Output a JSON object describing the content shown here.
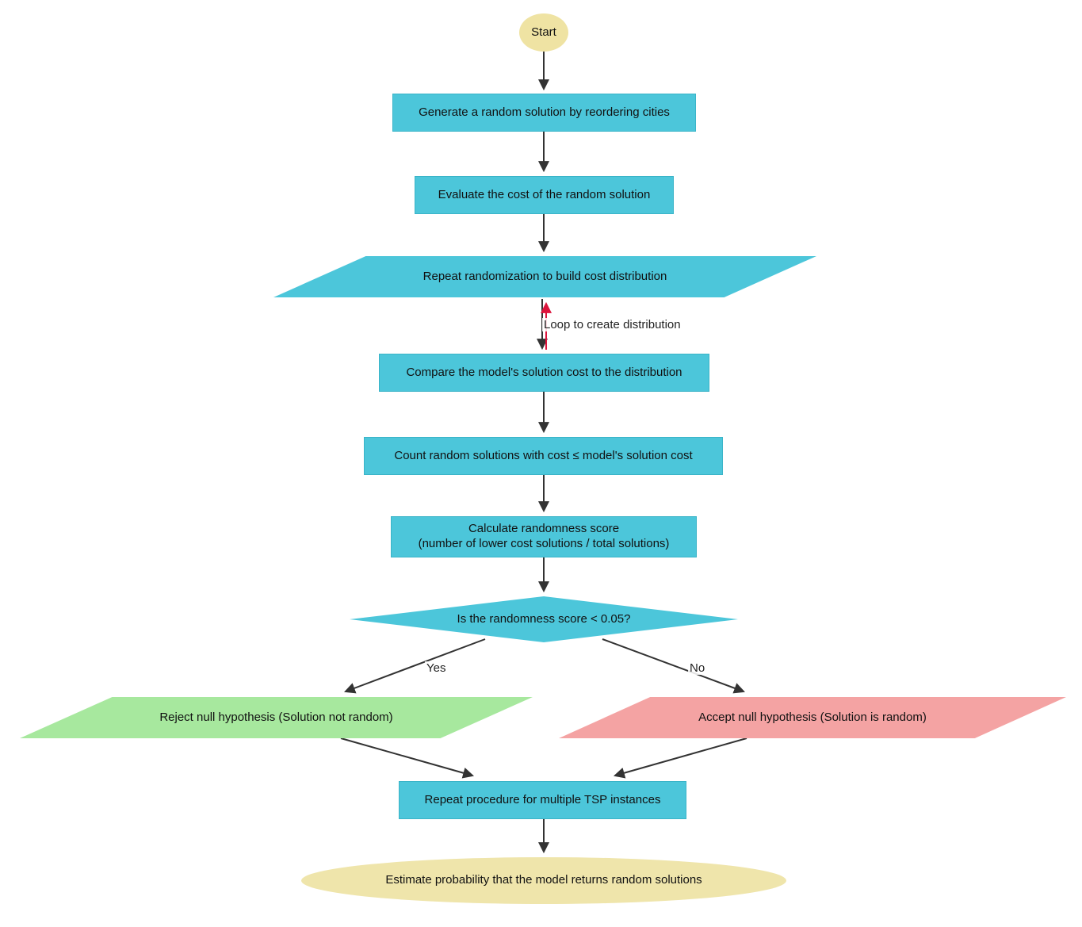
{
  "diagram": {
    "type": "flowchart",
    "direction": "top-down",
    "topic": "Statistical test whether a model's TSP solution is random"
  },
  "colors": {
    "process": "#4cc6da",
    "terminal": "#efe3a3",
    "terminal-end": "#efe5ab",
    "reject": "#a7e89e",
    "accept": "#f4a3a3",
    "edge": "#333333",
    "loop": "#dc143c"
  },
  "nodes": {
    "start": "Start",
    "generate": "Generate a random solution by reordering cities",
    "evaluate": "Evaluate the cost of the random solution",
    "repeat_random": "Repeat randomization to build cost distribution",
    "compare": "Compare the model's solution cost to the distribution",
    "count": "Count random solutions with cost ≤ model's solution cost",
    "score": "Calculate randomness score\n(number of lower cost solutions / total solutions)",
    "decision": "Is the randomness score < 0.05?",
    "reject": "Reject null hypothesis (Solution not random)",
    "accept": "Accept null hypothesis (Solution is random)",
    "repeat_tsp": "Repeat procedure for multiple TSP instances",
    "estimate": "Estimate probability that the model returns random solutions"
  },
  "edge_labels": {
    "loop": "Loop to create distribution",
    "yes": "Yes",
    "no": "No"
  },
  "edges": [
    {
      "from": "start",
      "to": "generate"
    },
    {
      "from": "generate",
      "to": "evaluate"
    },
    {
      "from": "evaluate",
      "to": "repeat_random"
    },
    {
      "from": "repeat_random",
      "to": "compare",
      "label": "Loop to create distribution",
      "style": "loop-bidirectional"
    },
    {
      "from": "compare",
      "to": "count"
    },
    {
      "from": "count",
      "to": "score"
    },
    {
      "from": "score",
      "to": "decision"
    },
    {
      "from": "decision",
      "to": "reject",
      "label": "Yes"
    },
    {
      "from": "decision",
      "to": "accept",
      "label": "No"
    },
    {
      "from": "reject",
      "to": "repeat_tsp"
    },
    {
      "from": "accept",
      "to": "repeat_tsp"
    },
    {
      "from": "repeat_tsp",
      "to": "estimate"
    }
  ]
}
